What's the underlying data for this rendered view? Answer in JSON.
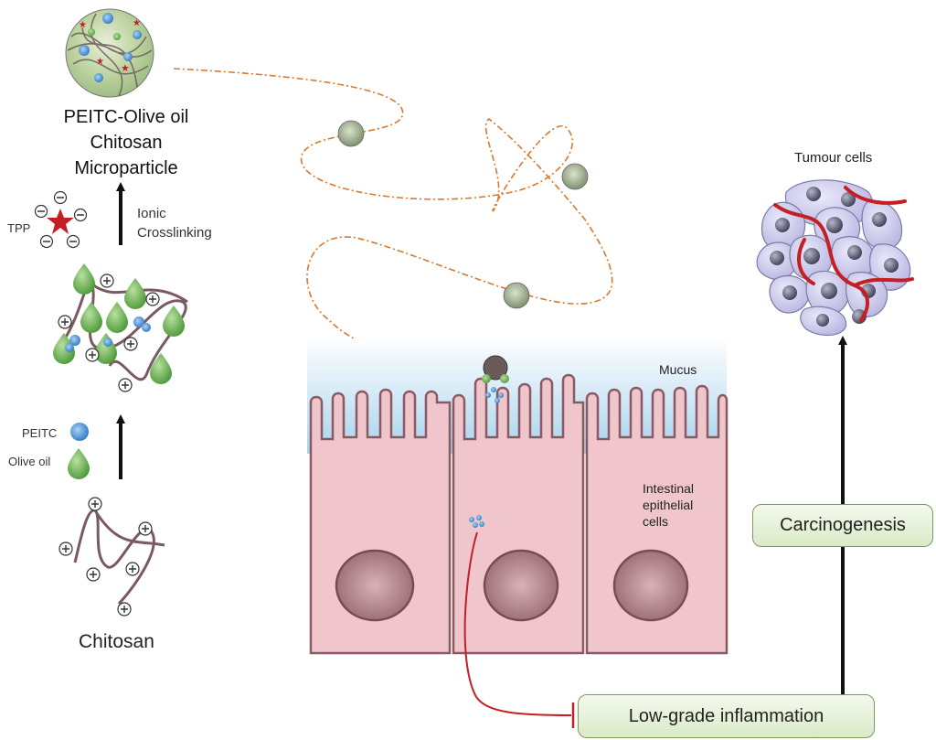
{
  "labels": {
    "microparticle_line1": "PEITC-Olive oil",
    "microparticle_line2": "Chitosan Microparticle",
    "chitosan": "Chitosan",
    "ionic_line1": "Ionic",
    "ionic_line2": "Crosslinking",
    "tpp": "TPP",
    "peitc": "PEITC",
    "olive_oil": "Olive oil",
    "mucus": "Mucus",
    "iec_line1": "Intestinal",
    "iec_line2": "epithelial",
    "iec_line3": "cells",
    "tumour_cells": "Tumour cells",
    "carcinogenesis": "Carcinogenesis",
    "low_grade_inflammation": "Low-grade inflammation"
  },
  "colors": {
    "chitosan_strand": "#7a5a62",
    "peitc": "#4f97d8",
    "olive_oil": "#6cb64e",
    "tpp_star": "#c41f24",
    "path": "#d9782f",
    "cell_fill": "#f0c6cc",
    "cell_border": "#8a5a62",
    "nucleus": "#9a6a72",
    "mucus": "#bcdcf0",
    "tumour_cell": "#c9c8ea",
    "tumour_vessel": "#c41f24",
    "inhibition": "#c41f24",
    "box_fill": "#dcecc9",
    "box_border": "#7a9a5e"
  }
}
